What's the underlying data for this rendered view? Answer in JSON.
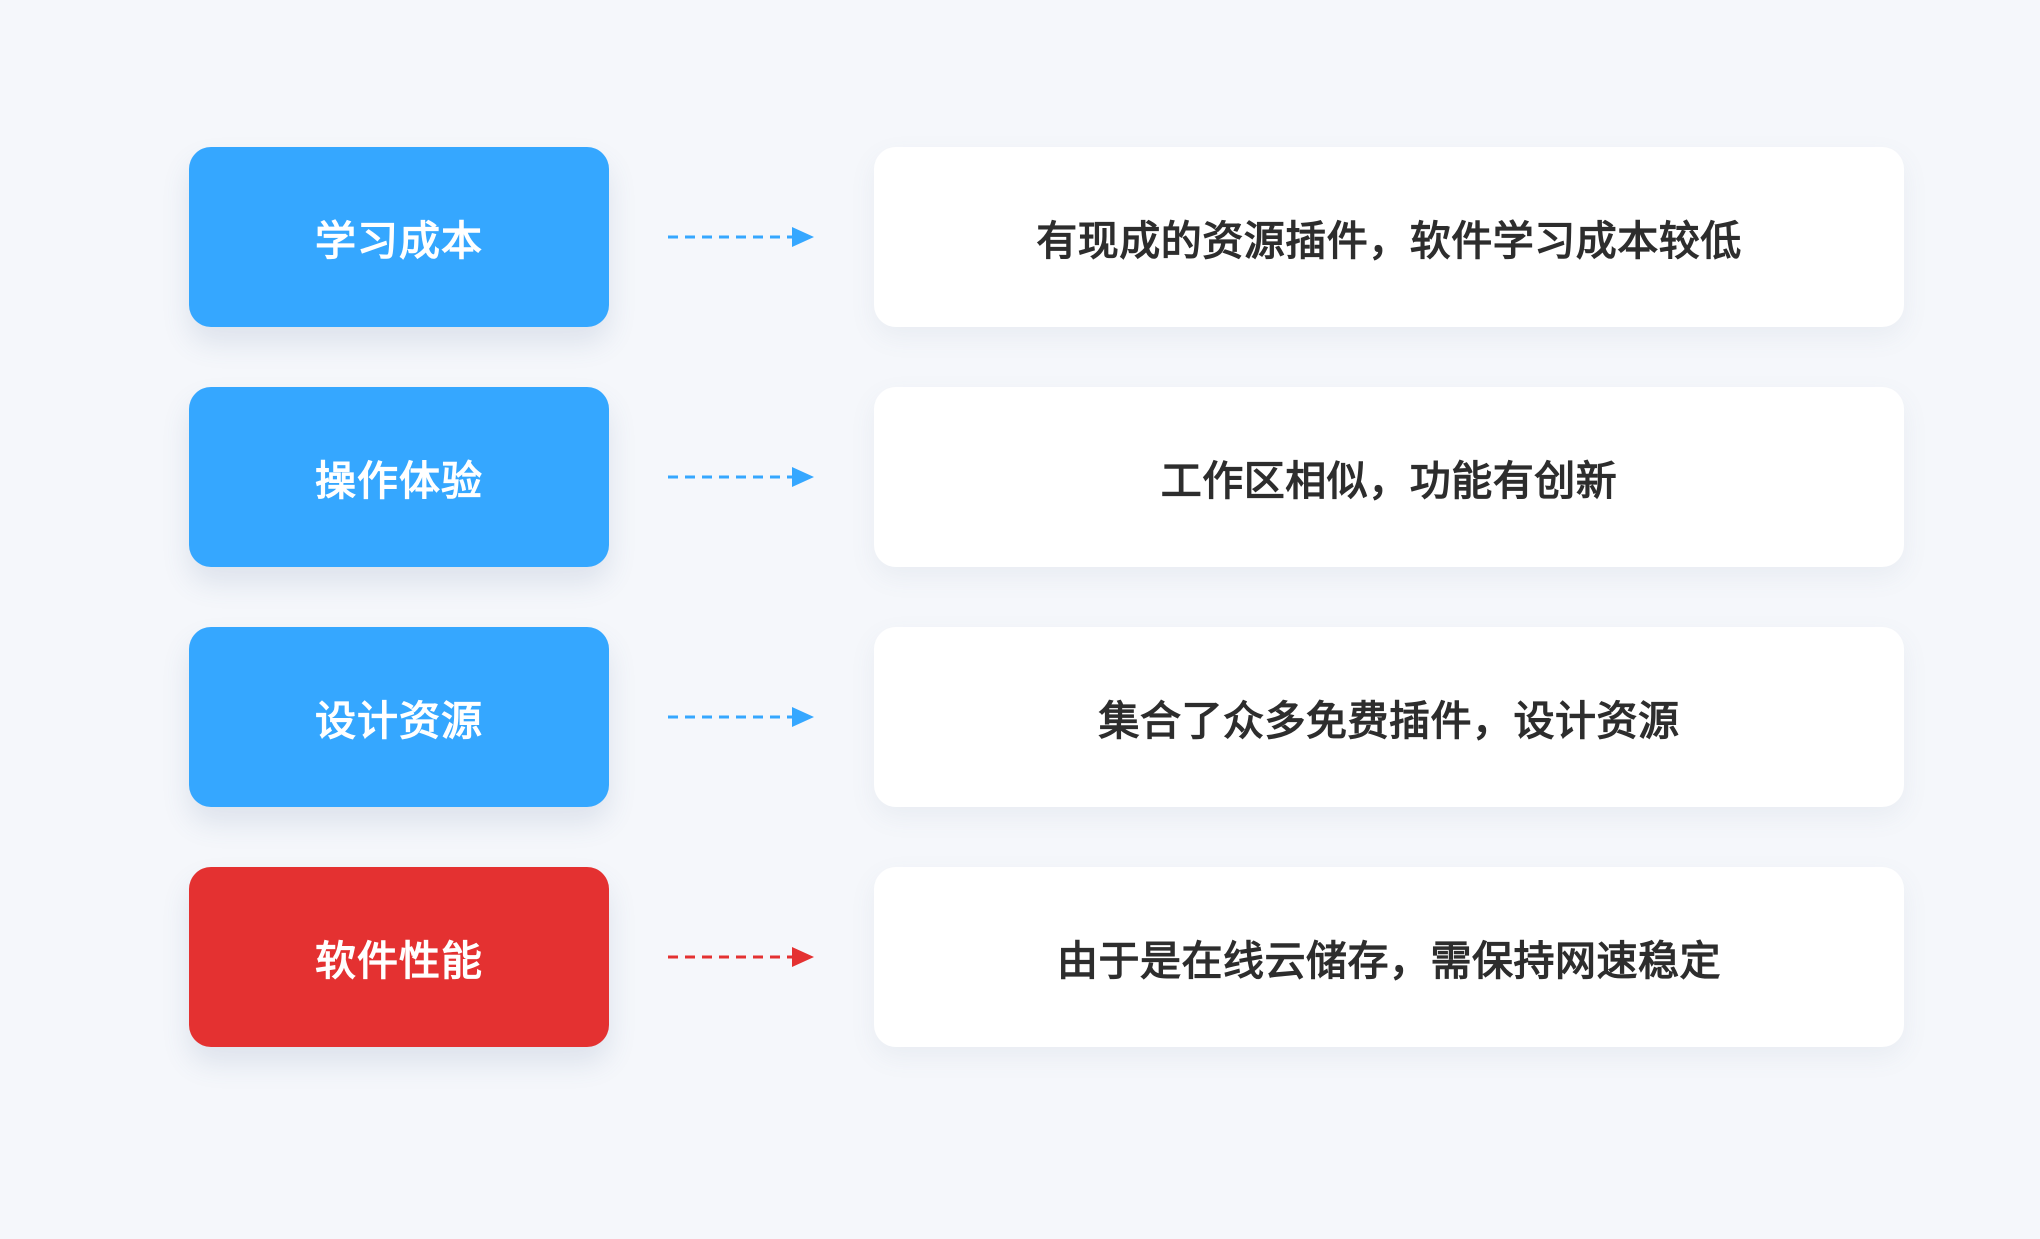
{
  "rows": [
    {
      "category": "学习成本",
      "description": "有现成的资源插件，软件学习成本较低",
      "category_color": "#35a7ff",
      "arrow_color": "#35a7ff"
    },
    {
      "category": "操作体验",
      "description": "工作区相似，功能有创新",
      "category_color": "#35a7ff",
      "arrow_color": "#35a7ff"
    },
    {
      "category": "设计资源",
      "description": "集合了众多免费插件，设计资源",
      "category_color": "#35a7ff",
      "arrow_color": "#35a7ff"
    },
    {
      "category": "软件性能",
      "description": "由于是在线云储存，需保持网速稳定",
      "category_color": "#e43131",
      "arrow_color": "#e43131"
    }
  ],
  "icons": {
    "arrow": "dashed-right-arrow-icon"
  }
}
